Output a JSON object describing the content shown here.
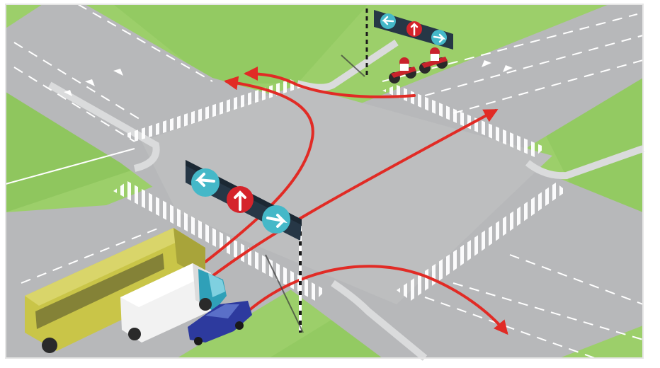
{
  "scene": {
    "type": "traffic-intersection-illustration",
    "colors": {
      "grass": "#9ccf6a",
      "grass_dark": "#86bf55",
      "road": "#b7b8ba",
      "road_center": "#c3c4c6",
      "curb": "#d9dadb",
      "marking": "#ffffff",
      "route_arrow": "#e12b25",
      "sign_panel": "#263746",
      "sign_cyan": "#45b8c8",
      "sign_red": "#d5242b",
      "bus": "#c9c548",
      "truck_cab": "#2fa0b8",
      "car": "#2d3a9e",
      "motorbike": "#c8232b"
    },
    "signs": [
      {
        "id": "near-sign",
        "arrows": [
          "left-arrow",
          "straight-arrow",
          "right-arrow"
        ]
      },
      {
        "id": "far-sign",
        "arrows": [
          "left-arrow",
          "straight-arrow",
          "right-arrow"
        ]
      }
    ],
    "vehicles": [
      "bus",
      "box-truck",
      "blue-car",
      "motorbike",
      "motorbike"
    ],
    "routes": [
      "left-turn-route",
      "straight-route",
      "right-turn-route",
      "far-straight-route"
    ]
  }
}
